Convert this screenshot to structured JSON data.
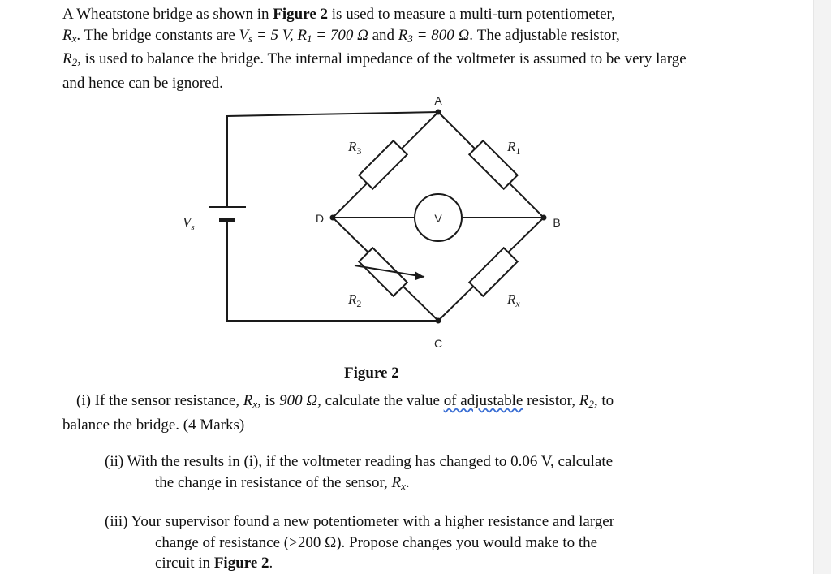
{
  "intro": {
    "t1": "A Wheatstone bridge as shown in ",
    "fig_ref": "Figure 2",
    "t2": " is used to measure a multi-turn potentiometer,",
    "rx_R": "R",
    "rx_sub": "x",
    "t3": ". The bridge constants are ",
    "vs": "V",
    "vs_sub": "s",
    "vs_val": " = 5 V, ",
    "r1": "R",
    "r1_sub": "1",
    "r1_val": " = 700 Ω",
    "and": " and ",
    "r3": "R",
    "r3_sub": "3",
    "r3_val": " = 800 Ω",
    "t4": ". The adjustable resistor,",
    "r2": "R",
    "r2_sub": "2",
    "t5": ", is used to balance the bridge. The internal impedance of the voltmeter is assumed to be very large and hence can be ignored."
  },
  "circuit": {
    "node_a": "A",
    "node_b": "B",
    "node_c": "C",
    "node_d": "D",
    "meter": "V",
    "vs_label": "V",
    "vs_sub": "s",
    "r1": "R",
    "r1_sub": "1",
    "r2": "R",
    "r2_sub": "2",
    "r3": "R",
    "r3_sub": "3",
    "rx": "R",
    "rx_sub": "x"
  },
  "caption": "Figure 2",
  "q1": {
    "t1": "(i) If the sensor resistance, ",
    "rx": "R",
    "rx_sub": "x",
    "t2": ", is ",
    "val": "900 Ω",
    "t3": ", calculate the value ",
    "wavy": "of adjustable",
    "t4": " resistor, ",
    "r2": "R",
    "r2_sub": "2",
    "t5": ", to",
    "line2": "balance the bridge. (4 Marks)"
  },
  "q2": {
    "line1": "(ii) With the results in (i), if the voltmeter reading has changed to 0.06 V,  calculate",
    "line2a": "the change in resistance of the sensor, ",
    "rx": "R",
    "rx_sub": "x",
    "line2b": "."
  },
  "q3": {
    "line1": "(iii) Your supervisor found a new potentiometer with a higher resistance and  larger",
    "line2": "change  of  resistance  (>200  Ω).  Propose  changes  you  would  make  to   the",
    "line3a": "circuit in ",
    "fig_ref": "Figure 2",
    "line3b": "."
  }
}
